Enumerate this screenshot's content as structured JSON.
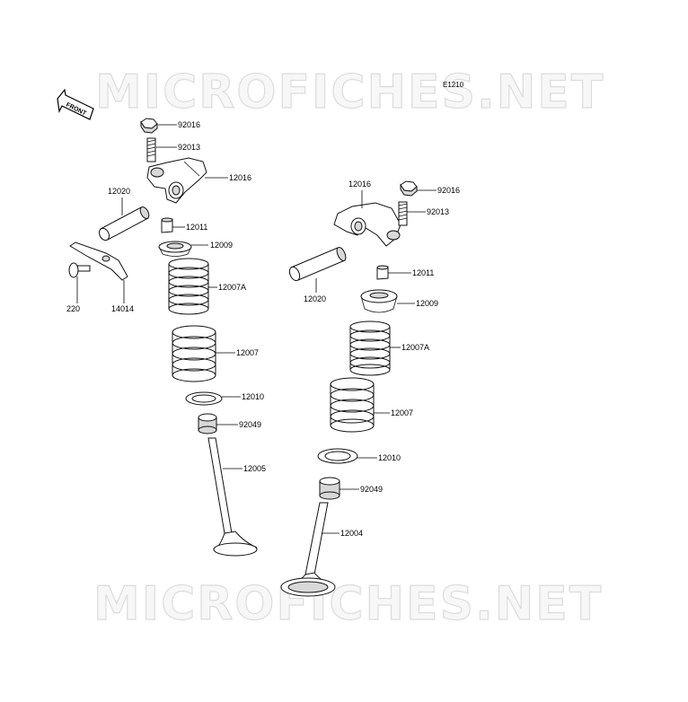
{
  "diagram": {
    "code": "E1210",
    "watermark": "MICROFICHES.NET",
    "front_label": "FRONT",
    "callouts": [
      {
        "id": "92016-a",
        "label": "92016"
      },
      {
        "id": "92013-a",
        "label": "92013"
      },
      {
        "id": "12016-a",
        "label": "12016"
      },
      {
        "id": "12020-a",
        "label": "12020"
      },
      {
        "id": "12011-a",
        "label": "12011"
      },
      {
        "id": "12009-a",
        "label": "12009"
      },
      {
        "id": "220",
        "label": "220"
      },
      {
        "id": "14014",
        "label": "14014"
      },
      {
        "id": "12007A-a",
        "label": "12007A"
      },
      {
        "id": "12007-a",
        "label": "12007"
      },
      {
        "id": "12010-a",
        "label": "12010"
      },
      {
        "id": "92049-a",
        "label": "92049"
      },
      {
        "id": "12005",
        "label": "12005"
      },
      {
        "id": "12016-b",
        "label": "12016"
      },
      {
        "id": "92016-b",
        "label": "92016"
      },
      {
        "id": "92013-b",
        "label": "92013"
      },
      {
        "id": "12011-b",
        "label": "12011"
      },
      {
        "id": "12020-b",
        "label": "12020"
      },
      {
        "id": "12009-b",
        "label": "12009"
      },
      {
        "id": "12007A-b",
        "label": "12007A"
      },
      {
        "id": "12007-b",
        "label": "12007"
      },
      {
        "id": "12010-b",
        "label": "12010"
      },
      {
        "id": "92049-b",
        "label": "92049"
      },
      {
        "id": "12004",
        "label": "12004"
      }
    ]
  }
}
